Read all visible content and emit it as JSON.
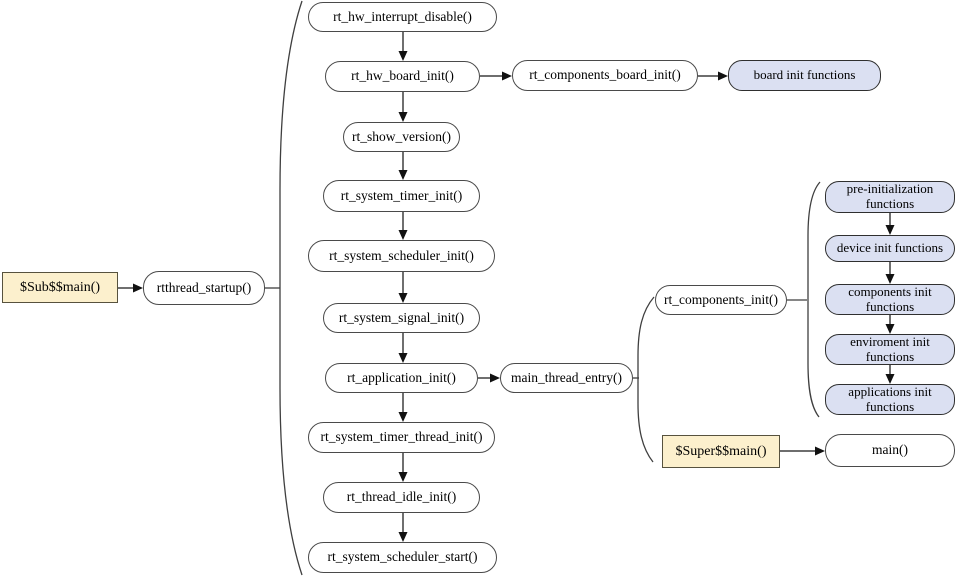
{
  "colors": {
    "background": "#ffffff",
    "node_fill": "#ffffff",
    "node_border": "#4a4a4a",
    "tan_fill": "#fcf0cd",
    "tan_border": "#57523e",
    "blue_fill": "#dbe0f2",
    "blue_border": "#2f2f2f",
    "arrow_line": "#3f3f3f",
    "arrowhead": "#111111"
  },
  "nodes": {
    "sub_main": {
      "label": "$Sub$$main()"
    },
    "rtthread_startup": {
      "label": "rtthread_startup()"
    },
    "rt_hw_interrupt_disable": {
      "label": "rt_hw_interrupt_disable()"
    },
    "rt_hw_board_init": {
      "label": "rt_hw_board_init()"
    },
    "rt_components_board_init": {
      "label": "rt_components_board_init()"
    },
    "board_init_functions": {
      "label": "board init functions"
    },
    "rt_show_version": {
      "label": "rt_show_version()"
    },
    "rt_system_timer_init": {
      "label": "rt_system_timer_init()"
    },
    "rt_system_scheduler_init": {
      "label": "rt_system_scheduler_init()"
    },
    "rt_system_signal_init": {
      "label": "rt_system_signal_init()"
    },
    "rt_application_init": {
      "label": "rt_application_init()"
    },
    "main_thread_entry": {
      "label": "main_thread_entry()"
    },
    "rt_components_init": {
      "label": "rt_components_init()"
    },
    "pre_initialization_functions": {
      "label": "pre-initialization functions"
    },
    "device_init_functions": {
      "label": "device init functions"
    },
    "components_init_functions": {
      "label": "components init functions"
    },
    "enviroment_init_functions": {
      "label": "enviroment init functions"
    },
    "applications_init_functions": {
      "label": "applications init functions"
    },
    "rt_system_timer_thread_init": {
      "label": "rt_system_timer_thread_init()"
    },
    "rt_thread_idle_init": {
      "label": "rt_thread_idle_init()"
    },
    "rt_system_scheduler_start": {
      "label": "rt_system_scheduler_start()"
    },
    "super_main": {
      "label": "$Super$$main()"
    },
    "main": {
      "label": "main()"
    }
  },
  "edges": [
    {
      "from": "sub_main",
      "to": "rtthread_startup"
    },
    {
      "from": "rt_hw_interrupt_disable",
      "to": "rt_hw_board_init"
    },
    {
      "from": "rt_hw_board_init",
      "to": "rt_show_version"
    },
    {
      "from": "rt_show_version",
      "to": "rt_system_timer_init"
    },
    {
      "from": "rt_system_timer_init",
      "to": "rt_system_scheduler_init"
    },
    {
      "from": "rt_system_scheduler_init",
      "to": "rt_system_signal_init"
    },
    {
      "from": "rt_system_signal_init",
      "to": "rt_application_init"
    },
    {
      "from": "rt_application_init",
      "to": "rt_system_timer_thread_init"
    },
    {
      "from": "rt_system_timer_thread_init",
      "to": "rt_thread_idle_init"
    },
    {
      "from": "rt_thread_idle_init",
      "to": "rt_system_scheduler_start"
    },
    {
      "from": "rt_hw_board_init",
      "to": "rt_components_board_init"
    },
    {
      "from": "rt_components_board_init",
      "to": "board_init_functions"
    },
    {
      "from": "rt_application_init",
      "to": "main_thread_entry"
    },
    {
      "from": "pre_initialization_functions",
      "to": "device_init_functions"
    },
    {
      "from": "device_init_functions",
      "to": "components_init_functions"
    },
    {
      "from": "components_init_functions",
      "to": "enviroment_init_functions"
    },
    {
      "from": "enviroment_init_functions",
      "to": "applications_init_functions"
    },
    {
      "from": "super_main",
      "to": "main"
    }
  ],
  "groups": [
    {
      "owner": "rtthread_startup",
      "members": [
        "rt_hw_interrupt_disable",
        "rt_hw_board_init",
        "rt_show_version",
        "rt_system_timer_init",
        "rt_system_scheduler_init",
        "rt_system_signal_init",
        "rt_application_init",
        "rt_system_timer_thread_init",
        "rt_thread_idle_init",
        "rt_system_scheduler_start"
      ]
    },
    {
      "owner": "main_thread_entry",
      "members": [
        "rt_components_init",
        "super_main"
      ]
    },
    {
      "owner": "rt_components_init",
      "members": [
        "pre_initialization_functions",
        "device_init_functions",
        "components_init_functions",
        "enviroment_init_functions",
        "applications_init_functions"
      ]
    }
  ]
}
